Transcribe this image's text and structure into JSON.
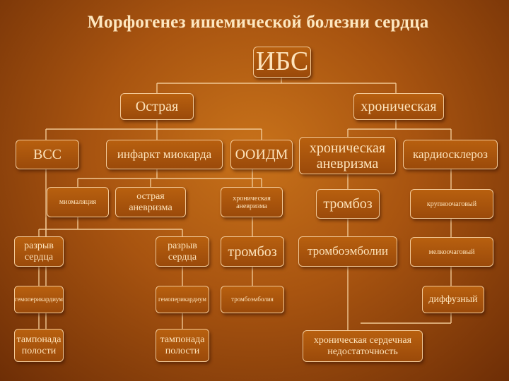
{
  "title": "Морфогенез ишемической болезни сердца",
  "root": "ИБС",
  "level1": {
    "acute": "Острая",
    "chronic": "хроническая"
  },
  "acute": {
    "vcc": "ВСС",
    "infarct": "инфаркт миокарда",
    "ooidm": "ООИДМ",
    "myomalacia": "миомаляция",
    "acute_aneurysm": "острая аневризма",
    "chronic_aneurysm_small": "хроническая аневризма",
    "rupture_left": "разрыв сердца",
    "rupture_mid": "разрыв сердца",
    "thrombosis_ooidm": "тромбоз",
    "hemopericardium_left": "гемоперикардиум",
    "hemopericardium_mid": "гемоперикардиум",
    "thromboembolism_ooidm": "тромбоэмболия",
    "tamponade_left": "тампонада полости",
    "tamponade_mid": "тампонада полости"
  },
  "chronic": {
    "chronic_aneurysm": "хроническая аневризма",
    "cardiosclerosis": "кардиосклероз",
    "thrombosis": "тромбоз",
    "large_focal": "крупноочаговый",
    "thromboembolism": "тромбоэмболии",
    "small_focal": "мелкоочаговый",
    "diffuse": "диффузный",
    "heart_failure": "хроническая сердечная недостаточность"
  }
}
